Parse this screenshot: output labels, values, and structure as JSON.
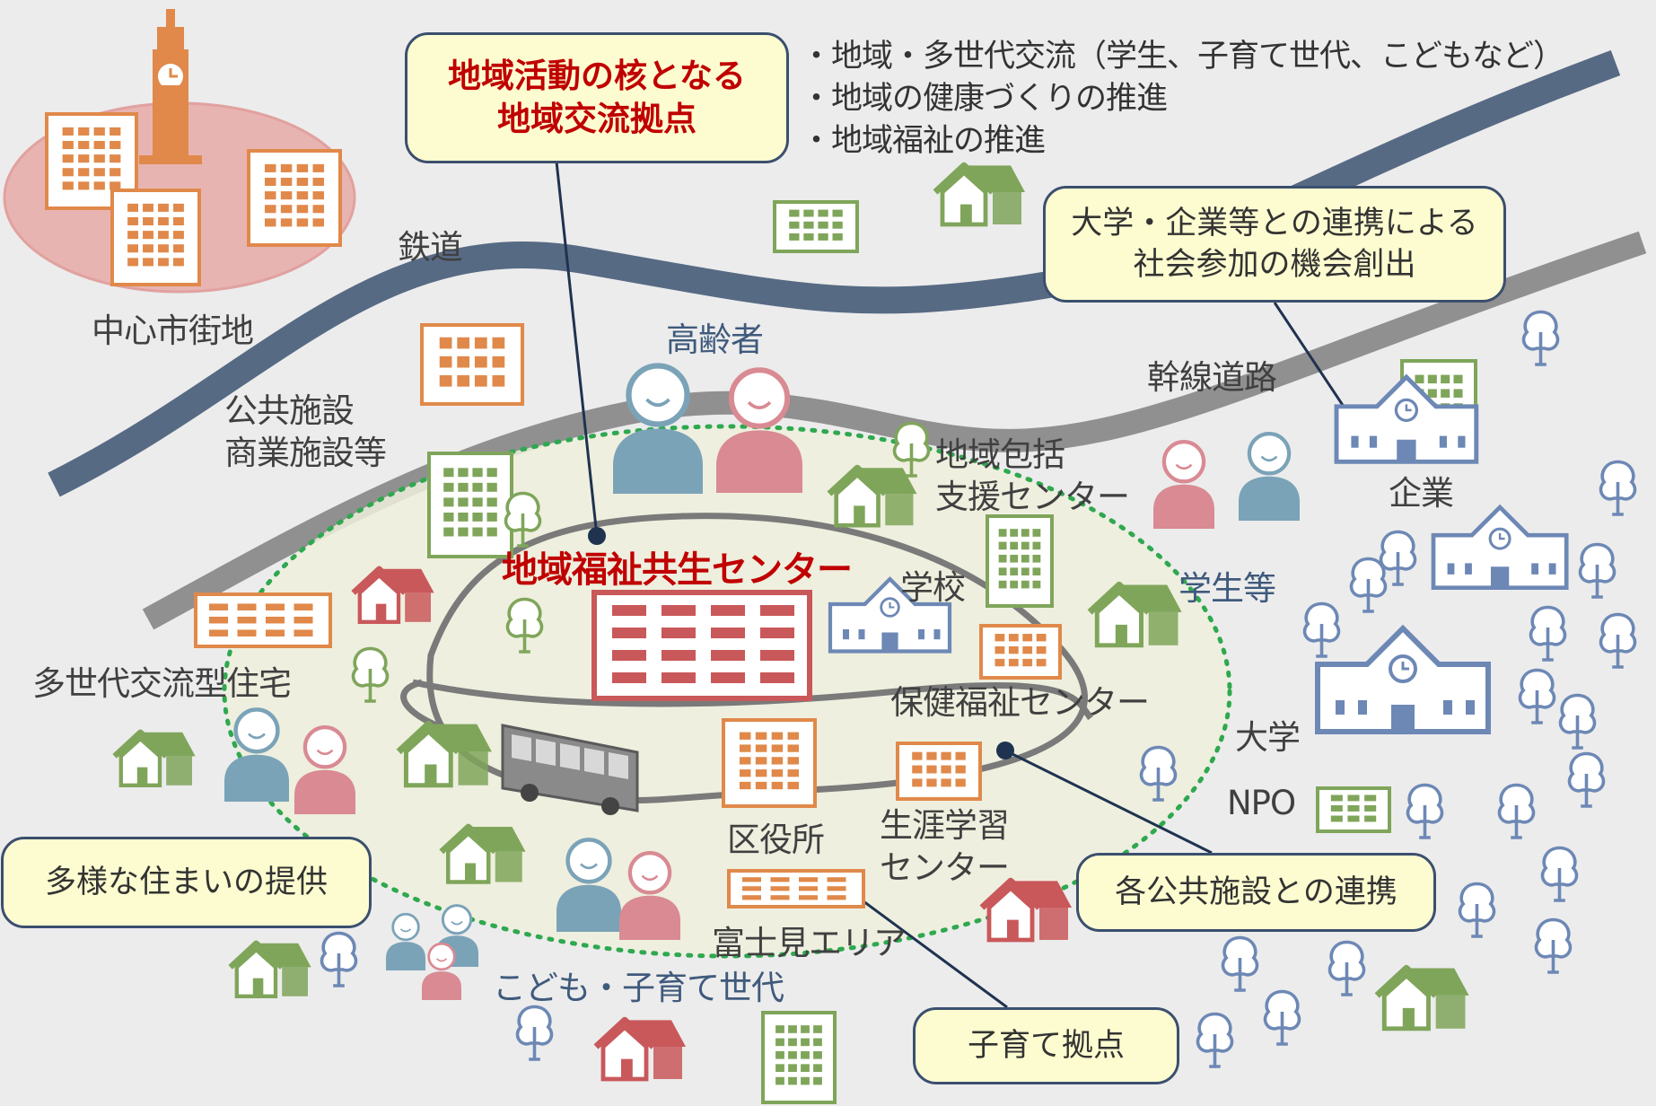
{
  "hub_callout": "地域活動の核となる\n地域交流拠点",
  "activities": [
    "・地域・多世代交流（学生、子育て世代、こどもなど）",
    "・地域の健康づくりの推進",
    "・地域福祉の推進"
  ],
  "callouts": {
    "university": "大学・企業等との連携による\n社会参加の機会創出",
    "housing": "多様な住まいの提供",
    "public_facilities": "各公共施設との連携",
    "childcare": "子育て拠点"
  },
  "labels": {
    "railway": "鉄道",
    "city_center": "中心市街地",
    "elderly": "高齢者",
    "public_commercial": "公共施設\n商業施設等",
    "trunk_road": "幹線道路",
    "support_center": "地域包括\n支援センター",
    "company": "企業",
    "welfare_center": "地域福祉共生センター",
    "school": "学校",
    "students": "学生等",
    "health_center": "保健福祉センター",
    "multigen_housing": "多世代交流型住宅",
    "university": "大学",
    "npo": "NPO",
    "ward_office": "区役所",
    "lifelong_learning": "生涯学習\nセンター",
    "fujimi_area": "富士見エリア",
    "children_families": "こども・子育て世代"
  },
  "colors": {
    "callout_fill": "#fdfcd0",
    "callout_border": "#3b4f6e",
    "emphasis_red": "#c00000",
    "rail": "#576a84",
    "road": "#909090",
    "area_fill": "#eef0dc",
    "area_border": "#2fa84f",
    "building_orange": "#e0894a",
    "house_green": "#7fa55a",
    "house_red": "#c9585a",
    "school_blue": "#6d88b5"
  },
  "icons": [
    "building-icon",
    "house-icon",
    "tree-icon",
    "school-icon",
    "clock-tower-icon",
    "bus-icon",
    "person-icon"
  ]
}
